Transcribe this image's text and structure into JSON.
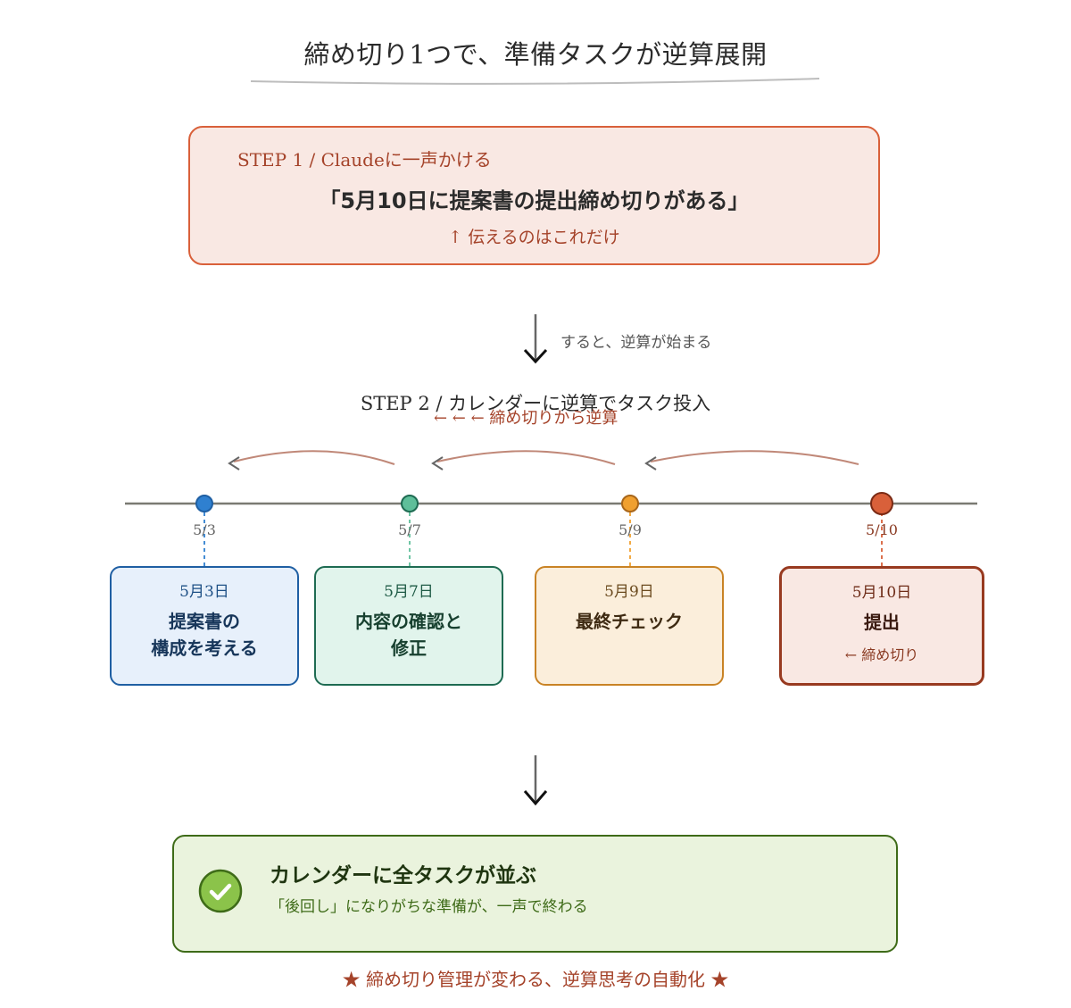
{
  "title": "締め切り1つで、準備タスクが逆算展開",
  "colors": {
    "accent": "#d9603a",
    "accent_text": "#a5432a",
    "timeline": "#777777",
    "back_arrow": "#c08878",
    "result_border": "#3e6b18",
    "result_bg": "#eaf3dd"
  },
  "step1": {
    "label": "STEP 1 / Claudeに一声かける",
    "quote": "「5月10日に提案書の提出締め切りがある」",
    "note": "↑ 伝えるのはこれだけ"
  },
  "transition1": {
    "icon": "down-arrow-icon",
    "caption": "すると、逆算が始まる"
  },
  "step2": {
    "label": "STEP 2 / カレンダーに逆算でタスク投入",
    "back_label": "← ← ← 締め切りから逆算"
  },
  "timeline": {
    "points": [
      {
        "tick": "5/3",
        "date": "5月3日",
        "task_lines": [
          "提案書の",
          "構成を考える"
        ],
        "color": "#2f80d0",
        "stroke": "#1f5fa3",
        "sub": ""
      },
      {
        "tick": "5/7",
        "date": "5月7日",
        "task_lines": [
          "内容の確認と",
          "修正"
        ],
        "color": "#5fbf9a",
        "stroke": "#1e6b52",
        "sub": ""
      },
      {
        "tick": "5/9",
        "date": "5月9日",
        "task_lines": [
          "最終チェック"
        ],
        "color": "#f0a030",
        "stroke": "#a8661a",
        "sub": ""
      },
      {
        "tick": "5/10",
        "date": "5月10日",
        "task_lines": [
          "提出"
        ],
        "color": "#d9603a",
        "stroke": "#7a2a14",
        "sub": "← 締め切り"
      }
    ]
  },
  "transition2": {
    "icon": "down-arrow-icon"
  },
  "result": {
    "icon": "check-circle-icon",
    "title": "カレンダーに全タスクが並ぶ",
    "subtitle": "「後回し」になりがちな準備が、一声で終わる"
  },
  "footer": "★ 締め切り管理が変わる、逆算思考の自動化 ★"
}
